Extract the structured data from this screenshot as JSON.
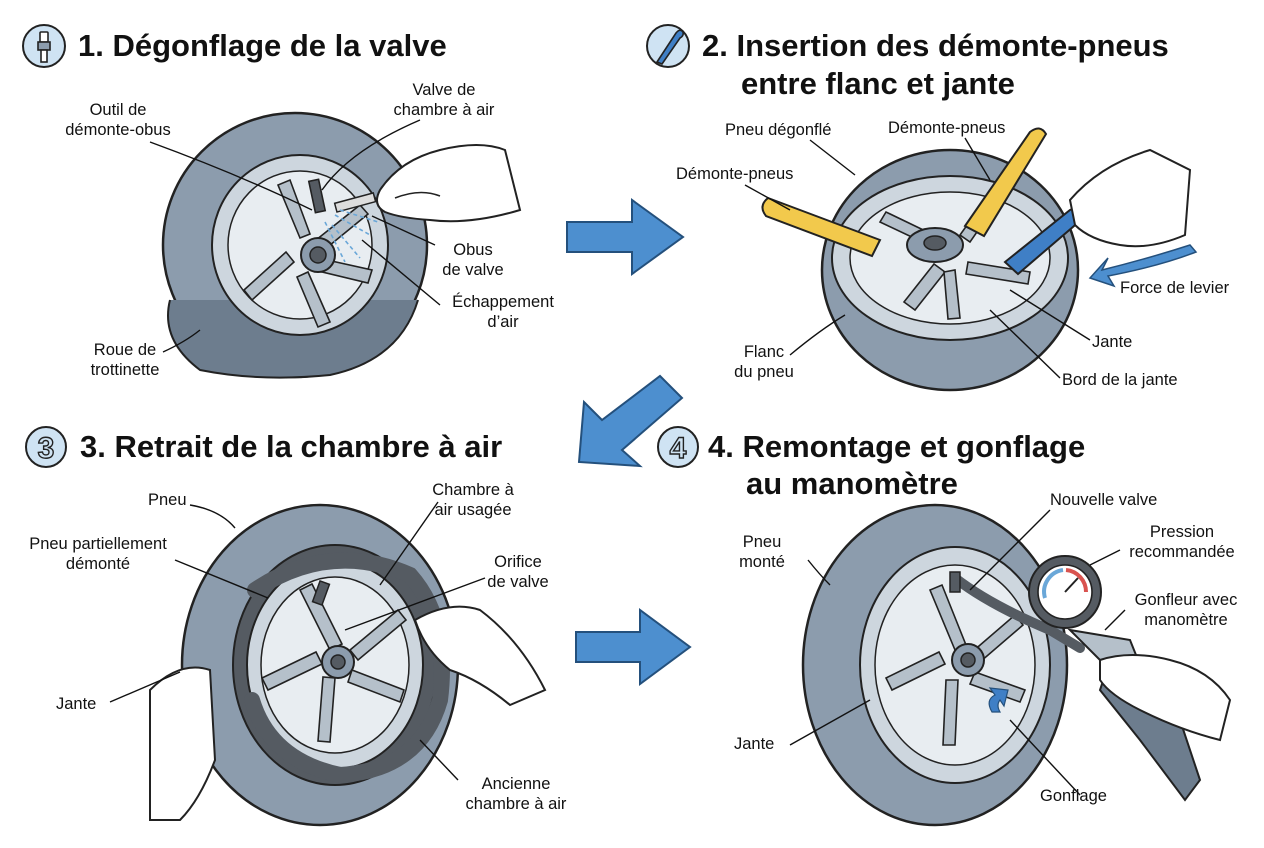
{
  "steps": [
    {
      "title": "1. Dégonflage de la valve",
      "icon": "valve-icon",
      "labels": {
        "valve": "Valve de\nchambre à air",
        "tool": "Outil de\ndémonte-obus",
        "core": "Obus\nde valve",
        "exhaust": "Échappement\nd’air",
        "wheel": "Roue de\ntrottinette"
      }
    },
    {
      "title_line1": "2. Insertion des démonte-pneus",
      "title_line2": "entre flanc et jante",
      "icon": "tire-lever-icon",
      "labels": {
        "deflated": "Pneu dégonflé",
        "lever_right": "Démonte-pneus",
        "lever_left": "Démonte-pneus",
        "force": "Force de levier",
        "rim": "Jante",
        "sidewall": "Flanc\ndu pneu",
        "rim_edge": "Bord de la jante"
      }
    },
    {
      "number": "3",
      "title": "3. Retrait de la chambre à air",
      "labels": {
        "tire": "Pneu",
        "partial": "Pneu partiellement\ndémonté",
        "used_tube": "Chambre à\nair usagée",
        "valve_hole": "Orifice\nde valve",
        "rim": "Jante",
        "old_tube": "Ancienne\nchambre à air"
      }
    },
    {
      "number": "4",
      "title_line1": "4. Remontage et gonflage",
      "title_line2": "au manomètre",
      "labels": {
        "new_valve": "Nouvelle valve",
        "pressure": "Pression\nrecommandée",
        "mounted": "Pneu\nmonté",
        "inflator": "Gonfleur avec\nmanomètre",
        "rim": "Jante",
        "inflation": "Gonflage"
      }
    }
  ],
  "colors": {
    "tire": "#8c9cad",
    "tire_dark": "#6d7d8e",
    "rim": "#cdd6de",
    "arrow": "#4d8fcf",
    "lever_yellow": "#f2c94c",
    "lever_blue": "#3f7fc6",
    "badge": "#cfe3f3",
    "skin": "#ffffff",
    "tube": "#555b62"
  }
}
